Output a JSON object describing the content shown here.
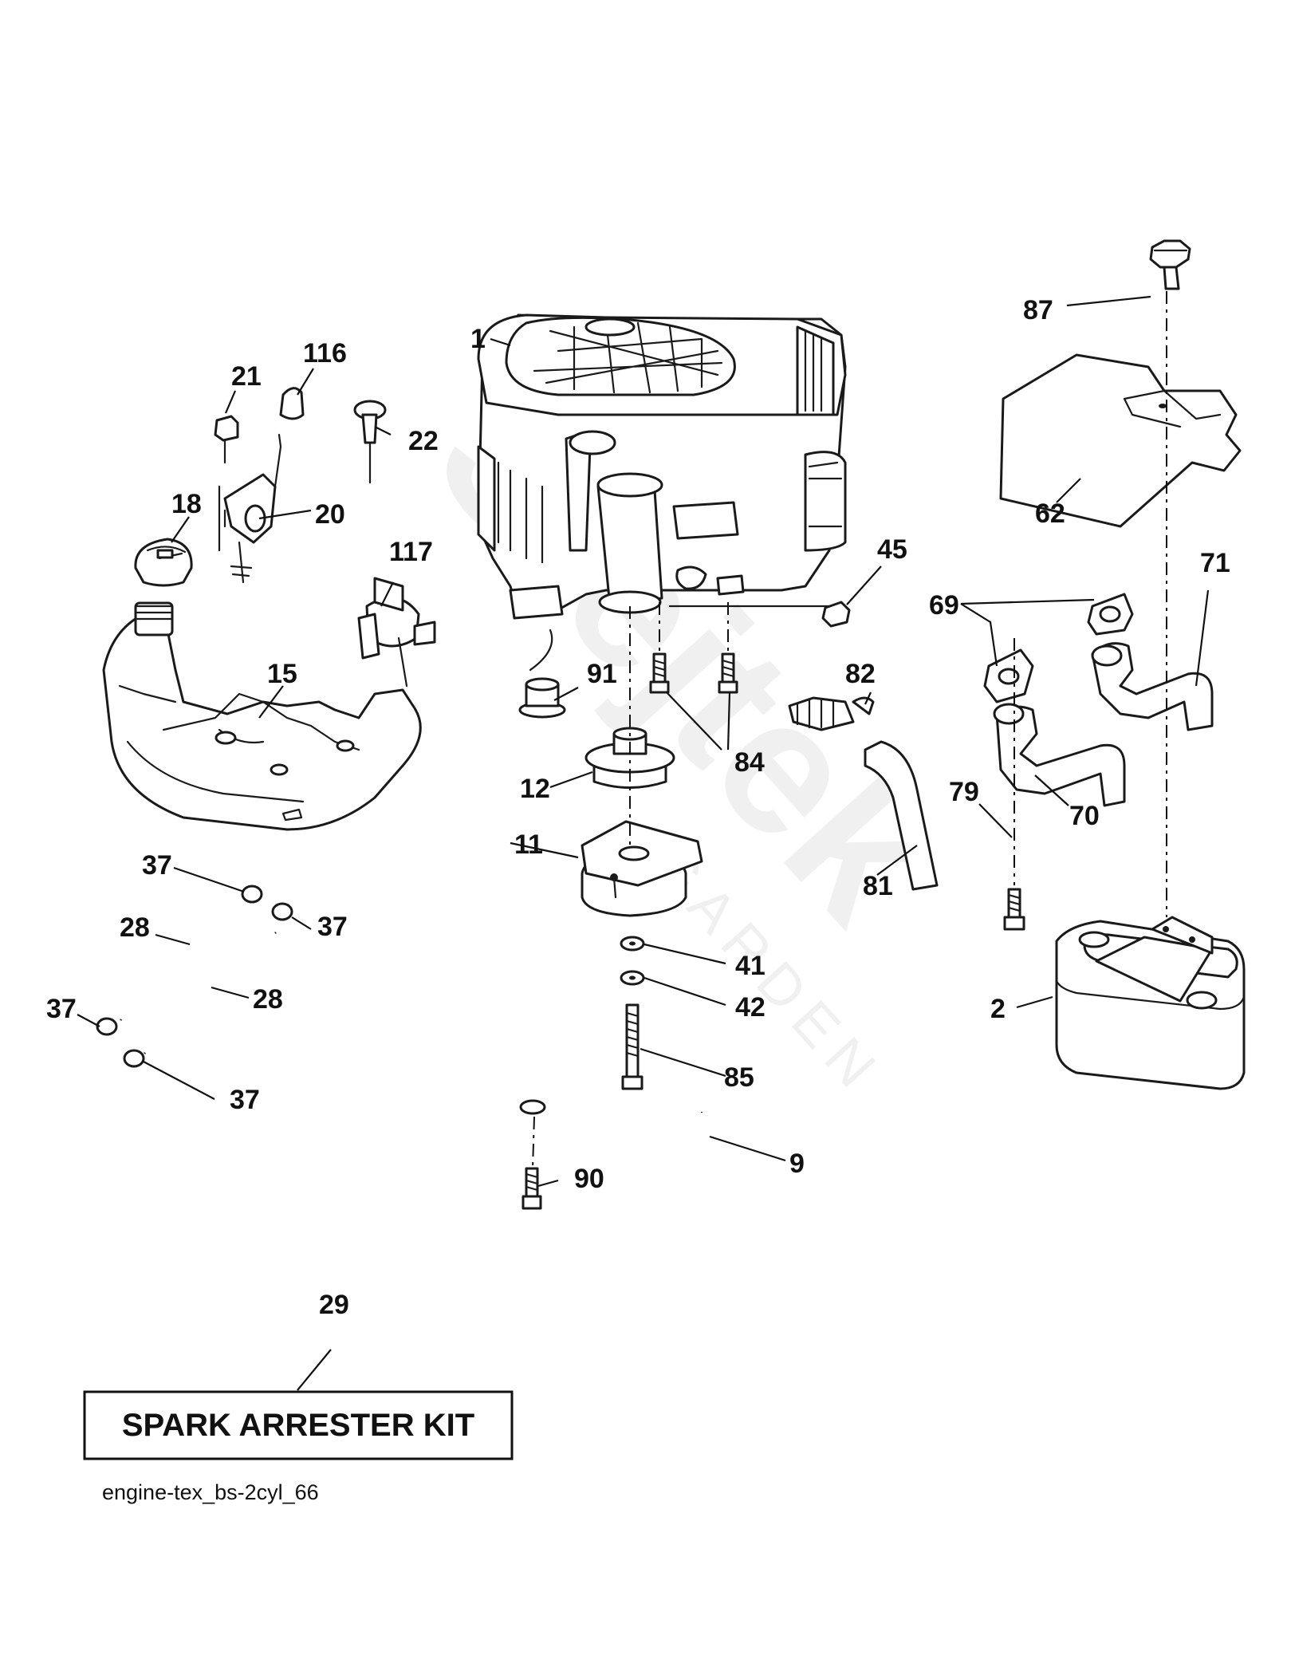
{
  "callouts": {
    "p1": "1",
    "p2": "2",
    "p9": "9",
    "p11": "11",
    "p12": "12",
    "p15": "15",
    "p18": "18",
    "p20": "20",
    "p21": "21",
    "p22": "22",
    "p28a": "28",
    "p28b": "28",
    "p29": "29",
    "p37a": "37",
    "p37b": "37",
    "p37c": "37",
    "p37d": "37",
    "p41": "41",
    "p42": "42",
    "p45": "45",
    "p62": "62",
    "p69": "69",
    "p70": "70",
    "p71": "71",
    "p79": "79",
    "p81": "81",
    "p82": "82",
    "p84": "84",
    "p85": "85",
    "p87": "87",
    "p90": "90",
    "p91": "91",
    "p116": "116",
    "p117": "117"
  },
  "kit_box": {
    "label": "SPARK ARRESTER KIT"
  },
  "drawing_code": "engine-tex_bs-2cyl_66",
  "watermark": {
    "brand": "Stejtek",
    "sub": "GARDEN"
  }
}
